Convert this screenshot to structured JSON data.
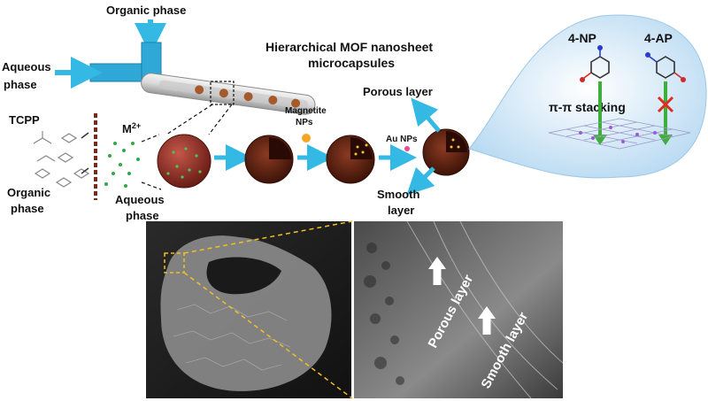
{
  "title_line1": "Hierarchical MOF nanosheet",
  "title_line2": "microcapsules",
  "labels": {
    "organic_phase_top": "Organic phase",
    "aqueous_phase_left_line1": "Aqueous",
    "aqueous_phase_left_line2": "phase",
    "tcpp": "TCPP",
    "metal_ion": "M",
    "metal_ion_sup": "2+",
    "organic_phase_bottom_line1": "Organic",
    "organic_phase_bottom_line2": "phase",
    "aqueous_phase_bottom_line1": "Aqueous",
    "aqueous_phase_bottom_line2": "phase",
    "magnetite_line1": "Magnetite",
    "magnetite_line2": "NPs",
    "au_nps": "Au NPs",
    "porous_layer": "Porous layer",
    "smooth_layer_line1": "Smooth",
    "smooth_layer_line2": "layer",
    "np4": "4-NP",
    "ap4": "4-AP",
    "pi_stacking": "π-π stacking",
    "sem_porous": "Porous layer",
    "sem_smooth": "Smooth layer"
  },
  "colors": {
    "arrow": "#33b9e3",
    "capsule": "#7a2a1c",
    "shell": "#5a2414",
    "magnetite": "#f2a623",
    "au": "#e94b9a",
    "blob": "#cfe6f7",
    "green_arrow": "#3fae3a",
    "red_x": "#e02b20",
    "sem_box": "#f0c020"
  }
}
